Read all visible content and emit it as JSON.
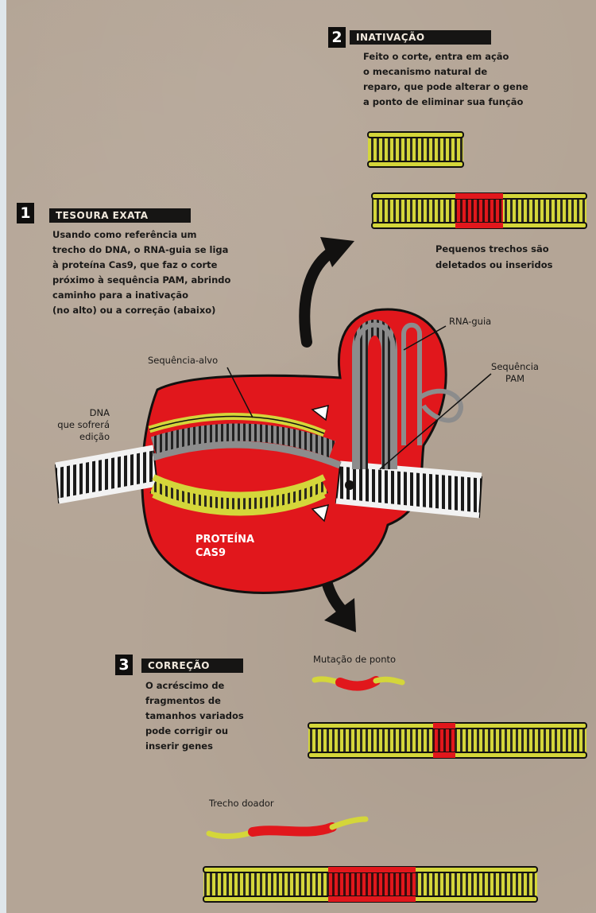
{
  "steps": [
    {
      "number": "1",
      "title": "TESOURA EXATA",
      "description_lines": [
        "Usando como referência um",
        "trecho do DNA, o RNA-guia se liga",
        "à proteína Cas9, que faz o corte",
        "próximo à sequência PAM, abrindo",
        "caminho para a inativação",
        "(no alto) ou a correção (abaixo)"
      ]
    },
    {
      "number": "2",
      "title": "INATIVAÇÃO",
      "description_lines": [
        "Feito o corte, entra em ação",
        "o mecanismo natural de",
        "reparo, que pode alterar o gene",
        "a ponto de eliminar sua função"
      ]
    },
    {
      "number": "3",
      "title": "CORREÇÃO",
      "description_lines": [
        "O acréscimo de",
        "fragmentos de",
        "tamanhos variados",
        "pode corrigir ou",
        "inserir genes"
      ]
    }
  ],
  "labels": {
    "small_deletions_line1": "Pequenos trechos são",
    "small_deletions_line2": "deletados ou inseridos",
    "rna_guide": "RNA-guia",
    "pam_line1": "Sequência",
    "pam_line2": "PAM",
    "target_sequence": "Sequência-alvo",
    "dna_line1": "DNA",
    "dna_line2": "que sofrerá",
    "dna_line3": "edição",
    "protein_line1": "PROTEÍNA",
    "protein_line2": "CAS9",
    "point_mutation": "Mutação de ponto",
    "donor_segment": "Trecho doador"
  },
  "colors": {
    "paper": "#b4a596",
    "dna_yellow": "#d4d63a",
    "protein_red": "#e1171c",
    "ink": "#121110",
    "rna_gray": "#8c8c8c",
    "dna_white": "#f2f2f2"
  }
}
